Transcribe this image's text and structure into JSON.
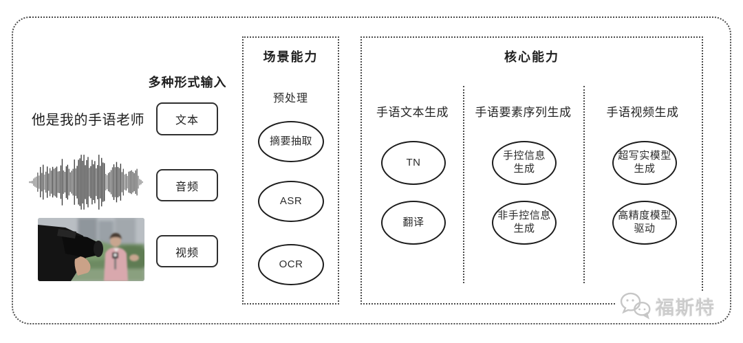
{
  "input_panel": {
    "header": "多种形式输入",
    "sample_text": "他是我的手语老师",
    "modes": [
      {
        "label": "文本"
      },
      {
        "label": "音频"
      },
      {
        "label": "视频"
      }
    ]
  },
  "scene_panel": {
    "title": "场景能力",
    "stage_label": "预处理",
    "nodes": [
      {
        "lines": [
          "摘要抽取"
        ]
      },
      {
        "lines": [
          "ASR"
        ]
      },
      {
        "lines": [
          "OCR"
        ]
      }
    ]
  },
  "core_panel": {
    "title": "核心能力",
    "columns": [
      {
        "label": "手语文本生成",
        "nodes": [
          {
            "lines": [
              "TN"
            ]
          },
          {
            "lines": [
              "翻译"
            ]
          }
        ]
      },
      {
        "label": "手语要素序列生成",
        "nodes": [
          {
            "lines": [
              "手控信息",
              "生成"
            ]
          },
          {
            "lines": [
              "非手控信息",
              "生成"
            ]
          }
        ]
      },
      {
        "label": "手语视频生成",
        "nodes": [
          {
            "lines": [
              "超写实模型",
              "生成"
            ]
          },
          {
            "lines": [
              "高精度模型",
              "驱动"
            ]
          }
        ]
      }
    ]
  },
  "watermark": {
    "icon": "wechat-icon",
    "label": "福斯特"
  },
  "colors": {
    "ink": "#1f1f1f",
    "box_line": "#2e2e2e",
    "dotted_line": "#4a4a4a",
    "watermark_gray": "#cccccc"
  }
}
